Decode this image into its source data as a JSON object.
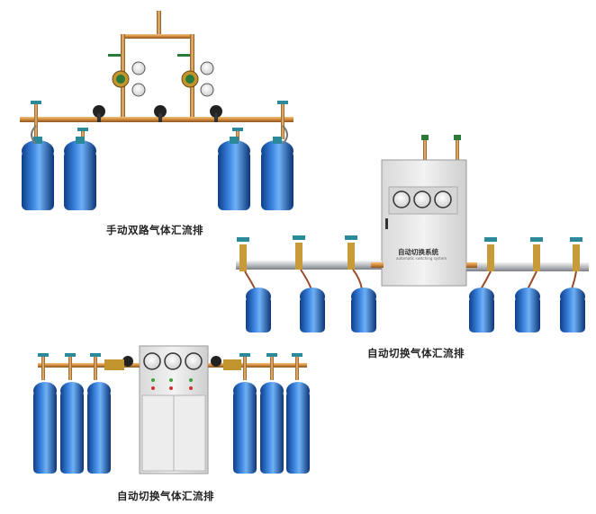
{
  "captions": {
    "manual_dual": "手动双路气体汇流排",
    "auto_switch_right": "自动切换气体汇流排",
    "auto_switch_bottom": "自动切换气体汇流排"
  },
  "cabinet_right": {
    "title": "自动切换系统",
    "subtitle": "automatic switching system"
  },
  "colors": {
    "cylinder_blue": "#1f5fb8",
    "copper_pipe": "#d08a3a",
    "cabinet_gray": "#e6e6e6"
  }
}
